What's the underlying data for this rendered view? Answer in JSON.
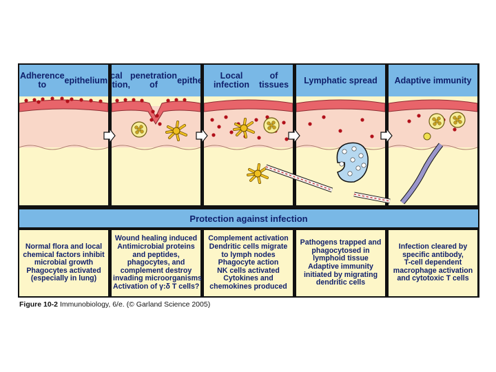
{
  "panels": [
    {
      "title": [
        "Adherence to",
        "epithelium"
      ],
      "desc": [
        "Normal flora and local",
        "chemical factors inhibit",
        "microbial growth",
        "Phagocytes activated",
        "(especially in lung)"
      ]
    },
    {
      "title": [
        "Local infection,",
        "penetration of",
        "epithelium"
      ],
      "desc": [
        "Wound healing induced",
        "Antimicrobial proteins",
        "and peptides,",
        "phagocytes, and",
        "complement destroy",
        "invading microorganisms",
        "Activation of γ:δ T cells?"
      ]
    },
    {
      "title": [
        "Local infection",
        "of tissues"
      ],
      "desc": [
        "Complement activation",
        "Dendritic cells migrate",
        "to lymph nodes",
        "Phagocyte action",
        "NK cells activated",
        "Cytokines and",
        "chemokines produced"
      ]
    },
    {
      "title": [
        "Lymphatic spread"
      ],
      "desc": [
        "Pathogens trapped and",
        "phagocytosed in",
        "lymphoid tissue",
        "Adaptive immunity",
        "initiated by migrating",
        "dendritic cells"
      ]
    },
    {
      "title": [
        "Adaptive immunity"
      ],
      "desc": [
        "Infection cleared by",
        "specific antibody,",
        "T-cell dependent",
        "macrophage activation",
        "and cytotoxic T cells"
      ]
    }
  ],
  "protection_label": "Protection against infection",
  "caption": {
    "label": "Figure 10-2",
    "text": "Immunobiology, 6/e. (© Garland Science 2005)"
  },
  "colors": {
    "title_fill": "#79b8e6",
    "title_text": "#0f1f6b",
    "epithelium": "#e8646a",
    "tissue": "#f9d7c8",
    "lower_tissue": "#fdf6c8",
    "microbe": "#b1101a",
    "dendritic_cell": "#f0c020",
    "lymph_vessel": "#9a96cc"
  }
}
